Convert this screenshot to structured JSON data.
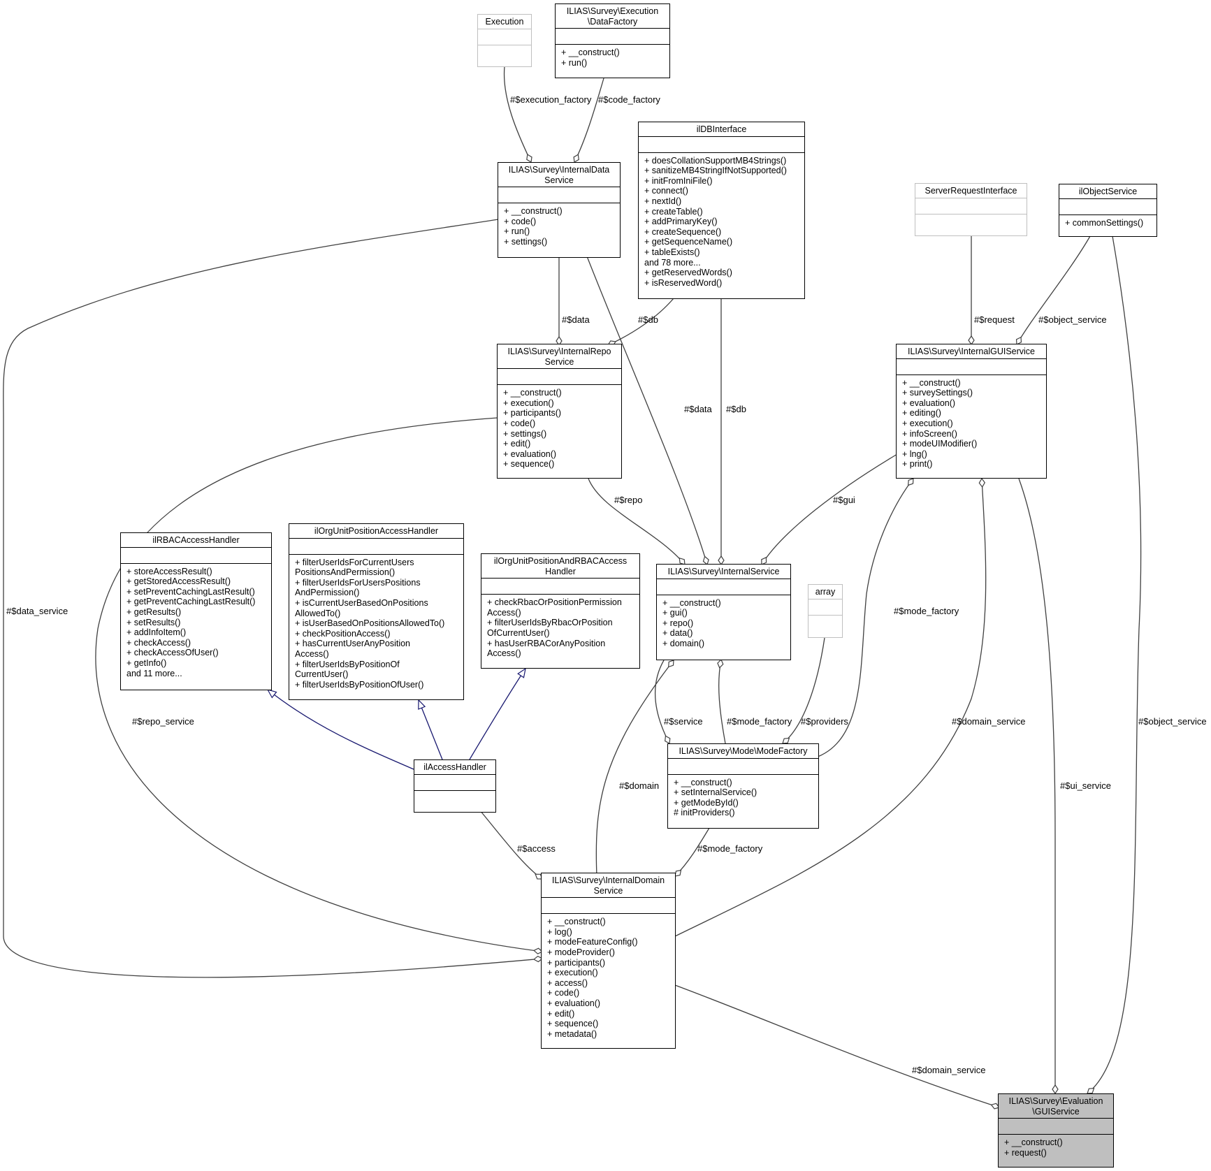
{
  "nodes": {
    "execution": {
      "title": [
        "Execution"
      ],
      "methods": []
    },
    "execution_datafactory": {
      "title": [
        "ILIAS\\Survey\\Execution",
        "\\DataFactory"
      ],
      "methods": [
        "+ __construct()",
        "+ run()"
      ]
    },
    "internal_data_service": {
      "title": [
        "ILIAS\\Survey\\InternalData",
        "Service"
      ],
      "methods": [
        "+ __construct()",
        "+ code()",
        "+ run()",
        "+ settings()"
      ]
    },
    "ildbinterface": {
      "title": [
        "ilDBInterface"
      ],
      "methods": [
        "+ doesCollationSupportMB4Strings()",
        "+ sanitizeMB4StringIfNotSupported()",
        "+ initFromIniFile()",
        "+ connect()",
        "+ nextId()",
        "+ createTable()",
        "+ addPrimaryKey()",
        "+ createSequence()",
        "+ getSequenceName()",
        "+ tableExists()",
        "and 78 more...",
        "+ getReservedWords()",
        "+ isReservedWord()"
      ]
    },
    "server_request_interface": {
      "title": [
        "ServerRequestInterface"
      ],
      "methods": []
    },
    "ilobjectservice": {
      "title": [
        "ilObjectService"
      ],
      "methods": [
        "+ commonSettings()"
      ]
    },
    "internal_repo_service": {
      "title": [
        "ILIAS\\Survey\\InternalRepo",
        "Service"
      ],
      "methods": [
        "+ __construct()",
        "+ execution()",
        "+ participants()",
        "+ code()",
        "+ settings()",
        "+ edit()",
        "+ evaluation()",
        "+ sequence()"
      ]
    },
    "internal_gui_service": {
      "title": [
        "ILIAS\\Survey\\InternalGUIService"
      ],
      "methods": [
        "+ __construct()",
        "+ surveySettings()",
        "+ evaluation()",
        "+ editing()",
        "+ execution()",
        "+ infoScreen()",
        "+ modeUIModifier()",
        "+ lng()",
        "+ print()"
      ]
    },
    "ilrbac_access_handler": {
      "title": [
        "ilRBACAccessHandler"
      ],
      "methods": [
        "+ storeAccessResult()",
        "+ getStoredAccessResult()",
        "+ setPreventCachingLastResult()",
        "+ getPreventCachingLastResult()",
        "+ getResults()",
        "+ setResults()",
        "+ addInfoItem()",
        "+ checkAccess()",
        "+ checkAccessOfUser()",
        "+ getInfo()",
        "and 11 more..."
      ]
    },
    "ilorgunit_position_access_handler": {
      "title": [
        "ilOrgUnitPositionAccessHandler"
      ],
      "methods": [
        "+ filterUserIdsForCurrentUsers",
        "PositionsAndPermission()",
        "+ filterUserIdsForUsersPositions",
        "AndPermission()",
        "+ isCurrentUserBasedOnPositions",
        "AllowedTo()",
        "+ isUserBasedOnPositionsAllowedTo()",
        "+ checkPositionAccess()",
        "+ hasCurrentUserAnyPosition",
        "Access()",
        "+ filterUserIdsByPositionOf",
        "CurrentUser()",
        "+ filterUserIdsByPositionOfUser()"
      ]
    },
    "ilorgunit_position_and_rbac_access_handler": {
      "title": [
        "ilOrgUnitPositionAndRBACAccess",
        "Handler"
      ],
      "methods": [
        "+ checkRbacOrPositionPermission",
        "Access()",
        "+ filterUserIdsByRbacOrPosition",
        "OfCurrentUser()",
        "+ hasUserRBACorAnyPosition",
        "Access()"
      ]
    },
    "internal_service": {
      "title": [
        "ILIAS\\Survey\\InternalService"
      ],
      "methods": [
        "+ __construct()",
        "+ gui()",
        "+ repo()",
        "+ data()",
        "+ domain()"
      ]
    },
    "array": {
      "title": [
        "array"
      ],
      "methods": []
    },
    "ilaccesshandler": {
      "title": [
        "ilAccessHandler"
      ],
      "methods": []
    },
    "mode_factory": {
      "title": [
        "ILIAS\\Survey\\Mode\\ModeFactory"
      ],
      "methods": [
        "+ __construct()",
        "+ setInternalService()",
        "+ getModeById()",
        "# initProviders()"
      ]
    },
    "internal_domain_service": {
      "title": [
        "ILIAS\\Survey\\InternalDomain",
        "Service"
      ],
      "methods": [
        "+ __construct()",
        "+ log()",
        "+ modeFeatureConfig()",
        "+ modeProvider()",
        "+ participants()",
        "+ execution()",
        "+ access()",
        "+ code()",
        "+ evaluation()",
        "+ edit()",
        "+ sequence()",
        "+ metadata()"
      ]
    },
    "evaluation_gui_service": {
      "title": [
        "ILIAS\\Survey\\Evaluation",
        "\\GUIService"
      ],
      "methods": [
        "+ __construct()",
        "+ request()"
      ]
    }
  },
  "edge_labels": {
    "execution_factory": "#$execution_factory",
    "code_factory": "#$code_factory",
    "data_repo": "#$data",
    "db_repo": "#$db",
    "request": "#$request",
    "object_service_gui": "#$object_service",
    "data_service": "#$data_service",
    "data_internal": "#$data",
    "db_internal": "#$db",
    "repo": "#$repo",
    "gui": "#$gui",
    "mode_factory_gui": "#$mode_factory",
    "repo_service": "#$repo_service",
    "service": "#$service",
    "mode_factory_internal": "#$mode_factory",
    "providers": "#$providers",
    "domain_service_gui": "#$domain_service",
    "object_service_eval": "#$object_service",
    "domain": "#$domain",
    "ui_service": "#$ui_service",
    "access": "#$access",
    "mode_factory_domain": "#$mode_factory",
    "domain_service_eval": "#$domain_service"
  },
  "colors": {
    "edge": "#404040",
    "inherit_edge": "#191970",
    "ghost_border": "#bfbfbf",
    "focus_fill": "#bfbfbf"
  }
}
